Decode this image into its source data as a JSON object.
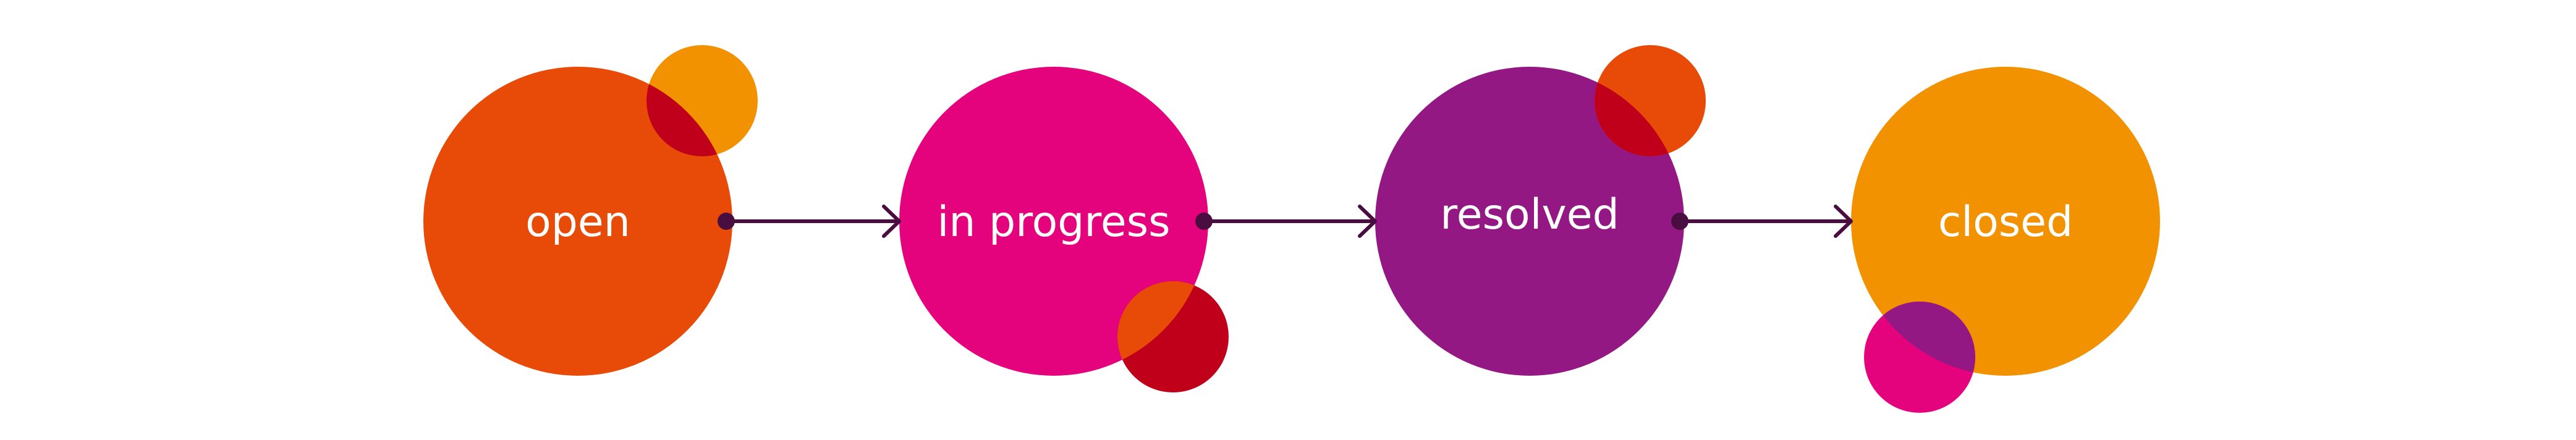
{
  "diagram": {
    "states": [
      {
        "label": "open",
        "color": "#E84A07"
      },
      {
        "label": "in progress",
        "color": "#E5027D"
      },
      {
        "label": "resolved",
        "color": "#941884"
      },
      {
        "label": "closed",
        "color": "#F39200"
      }
    ],
    "edges": [
      {
        "from": "open",
        "to": "in progress"
      },
      {
        "from": "in progress",
        "to": "resolved"
      },
      {
        "from": "resolved",
        "to": "closed"
      }
    ],
    "satellites": [
      {
        "attached_to": "open",
        "color": "#F39200",
        "overlap_color": "#C0001B"
      },
      {
        "attached_to": "in progress",
        "color": "#C0001B",
        "overlap_color": "#E84A07"
      },
      {
        "attached_to": "resolved",
        "color": "#E84A07",
        "overlap_color": "#C0001B"
      },
      {
        "attached_to": "closed",
        "color": "#E5027D",
        "overlap_color": "#941884"
      }
    ],
    "arrow_color": "#4A0D40"
  }
}
